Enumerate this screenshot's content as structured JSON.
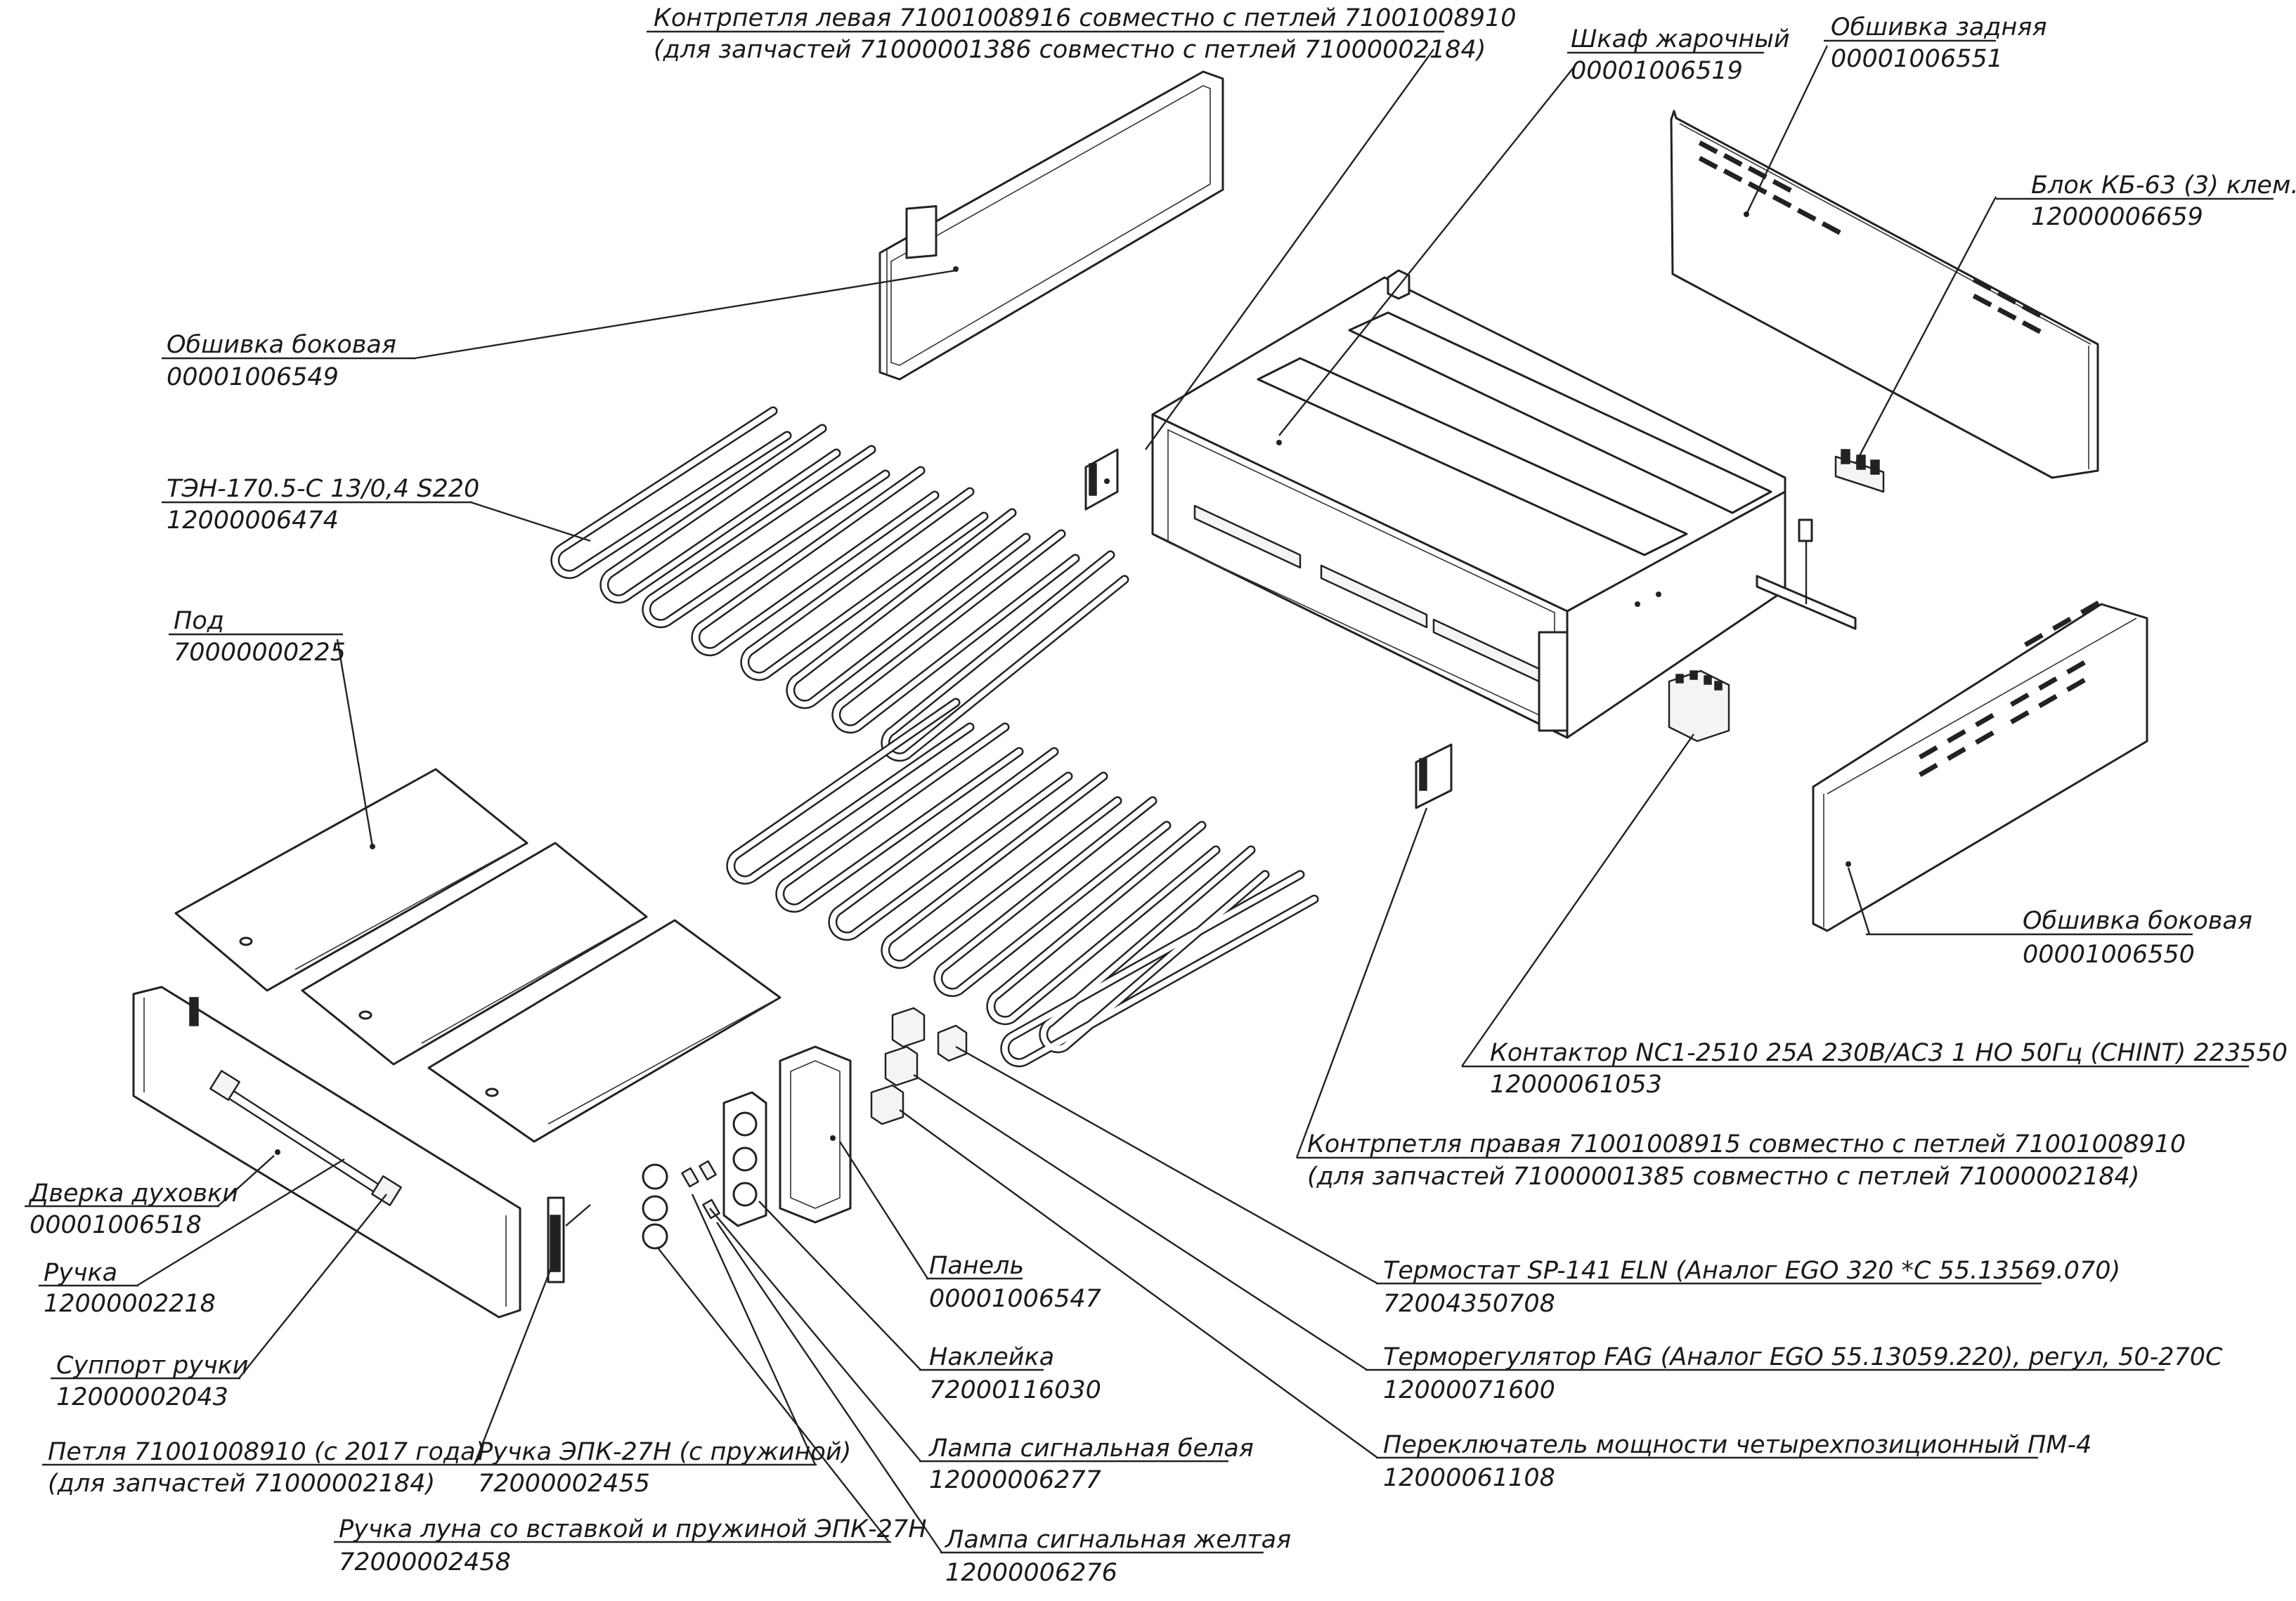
{
  "callouts": [
    {
      "id": "kontrpetlya-levaya",
      "lines": [
        "Контрпетля левая 71001008916 совместно с петлей 71001008910",
        "(для запчастей 71000001386 совместно с петлей 71000002184)"
      ]
    },
    {
      "id": "shkaf-zharochnyi",
      "lines": [
        "Шкаф жарочный",
        "00001006519"
      ]
    },
    {
      "id": "obshivka-zadnyaya",
      "lines": [
        "Обшивка задняя",
        "00001006551"
      ]
    },
    {
      "id": "blok-kb63",
      "lines": [
        "Блок КБ-63 (3) клем.",
        "12000006659"
      ]
    },
    {
      "id": "obshivka-bokovaya-left",
      "lines": [
        "Обшивка боковая",
        "00001006549"
      ]
    },
    {
      "id": "ten",
      "lines": [
        "ТЭН-170.5-С 13/0,4 S220",
        "12000006474"
      ]
    },
    {
      "id": "pod",
      "lines": [
        "Под",
        "70000000225"
      ]
    },
    {
      "id": "obshivka-bokovaya-right",
      "lines": [
        "Обшивка боковая",
        "00001006550"
      ]
    },
    {
      "id": "kontaktor",
      "lines": [
        "Контактор NC1-2510 25А 230В/АС3 1 НО 50Гц (CHINT) 223550",
        "12000061053"
      ]
    },
    {
      "id": "kontrpetlya-pravaya",
      "lines": [
        "Контрпетля правая 71001008915 совместно с петлей 71001008910",
        "(для запчастей 71000001385 совместно с петлей 71000002184)"
      ]
    },
    {
      "id": "dverka",
      "lines": [
        "Дверка духовки",
        "00001006518"
      ]
    },
    {
      "id": "ruchka",
      "lines": [
        "Ручка",
        "12000002218"
      ]
    },
    {
      "id": "support",
      "lines": [
        "Суппорт ручки",
        "12000002043"
      ]
    },
    {
      "id": "panel",
      "lines": [
        "Панель",
        "00001006547"
      ]
    },
    {
      "id": "nakleika",
      "lines": [
        "Наклейка",
        "72000116030"
      ]
    },
    {
      "id": "termostat",
      "lines": [
        "Термостат SP-141 ELN (Аналог EGO 320 *С  55.13569.070)",
        "72004350708"
      ]
    },
    {
      "id": "termoregulyator",
      "lines": [
        "Терморегулятор FAG (Аналог EGO 55.13059.220), регул, 50-270С",
        "12000071600"
      ]
    },
    {
      "id": "lampa-belaya",
      "lines": [
        "Лампа сигнальная белая",
        "12000006277"
      ]
    },
    {
      "id": "pereklyuchatel",
      "lines": [
        "Переключатель мощности четырехпозиционный ПМ-4",
        "12000061108"
      ]
    },
    {
      "id": "petlya",
      "lines": [
        "Петля 71001008910 (с 2017 года)",
        "(для запчастей 71000002184)"
      ]
    },
    {
      "id": "ruchka-epk",
      "lines": [
        "Ручка ЭПК-27Н (с пружиной)",
        "72000002455"
      ]
    },
    {
      "id": "lampa-zheltaya",
      "lines": [
        "Лампа сигнальная желтая",
        "12000006276"
      ]
    },
    {
      "id": "ruchka-luna",
      "lines": [
        "Ручка луна со вставкой и пружиной ЭПК-27Н",
        "72000002458"
      ]
    }
  ]
}
